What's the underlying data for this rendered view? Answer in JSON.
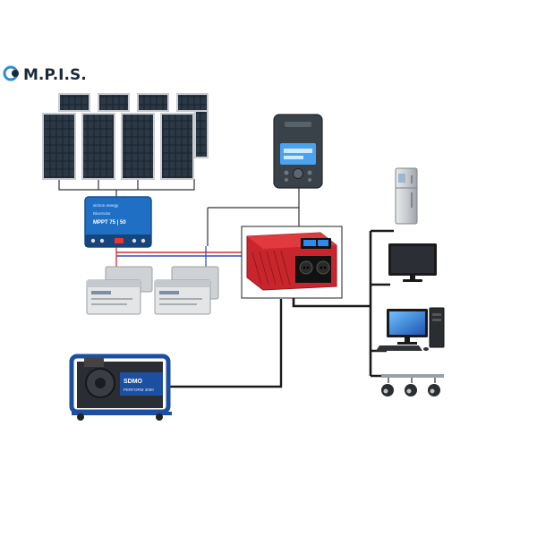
{
  "logo": {
    "text": "M.P.I.S.",
    "color": "#1a2a3a",
    "accent": "#2a8fd0"
  },
  "labels": {
    "charge_controller_model": "MPPT 75 | 50",
    "charge_controller_brand": "victron energy",
    "charge_controller_sub": "BlueSolar",
    "generator_brand": "SDMO",
    "generator_model": "PERFORM 3000"
  },
  "colors": {
    "wire": "#1a1a1a",
    "wire_thin": "#555555",
    "wire_red": "#d03030",
    "wire_blue": "#3050c0",
    "panel_frame": "#c8ccd2",
    "panel_cell": "#1c2530",
    "controller_blue": "#1f6fc5",
    "inverter_red": "#c8262c",
    "battery": "#d8dadc",
    "generator_blue": "#1d4fa0",
    "monitor_screen": "#2d7fd8"
  },
  "icons": {
    "solar_panels": "solar-panel-icon",
    "charge_controller": "charge-controller-icon",
    "remote_display": "remote-display-icon",
    "inverter": "inverter-icon",
    "batteries": "battery-icon",
    "generator": "generator-icon",
    "fridge": "fridge-icon",
    "tv": "tv-icon",
    "computer": "computer-icon",
    "spotlights": "spotlight-icon"
  }
}
